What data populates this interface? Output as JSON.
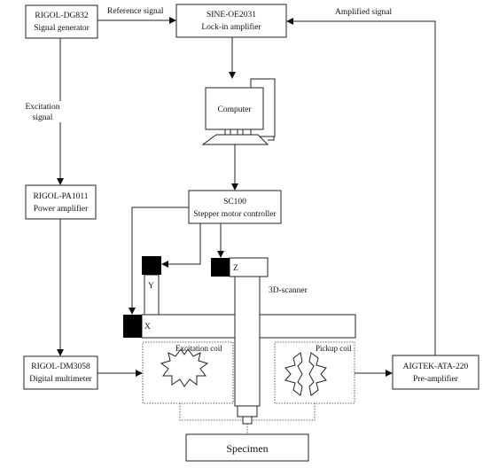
{
  "blocks": {
    "signal_generator": {
      "model": "RIGOL-DG832",
      "name": "Signal generator"
    },
    "lockin": {
      "model": "SINE-OE2031",
      "name": "Lock-in amplifier"
    },
    "computer": {
      "name": "Computer"
    },
    "motor_controller": {
      "model": "SC100",
      "name": "Stepper motor controller"
    },
    "power_amp": {
      "model": "RIGOL-PA1011",
      "name": "Power amplifier"
    },
    "multimeter": {
      "model": "RIGOL-DM3058",
      "name": "Digital multimeter"
    },
    "preamp": {
      "model": "AIGTEK-ATA-220",
      "name": "Pre-amplifier"
    },
    "specimen": {
      "name": "Specimen"
    }
  },
  "labels": {
    "reference_signal": "Reference signal",
    "amplified_signal": "Amplified signal",
    "excitation_signal_1": "Excitation",
    "excitation_signal_2": "signal",
    "scanner": "3D-scanner",
    "axis_x": "X",
    "axis_y": "Y",
    "axis_z": "Z",
    "excitation_coil": "Excitation coil",
    "pickup_coil": "Pickup coil"
  }
}
